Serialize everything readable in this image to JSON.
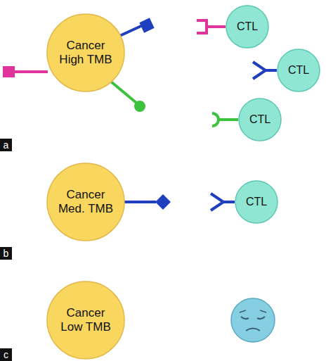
{
  "diagram": {
    "nodes": [
      {
        "text": [
          "Cancer High TMB"
        ]
      },
      {
        "text": [
          "CTL"
        ]
      },
      {
        "text": [
          "CTL"
        ]
      },
      {
        "text": [
          "CTL"
        ]
      },
      {
        "text": [
          "Cancer Med. TMB"
        ]
      },
      {
        "text": [
          "CTL"
        ]
      },
      {
        "text": [
          "Cancer Low TMB"
        ]
      }
    ],
    "labels": [
      "a",
      "b",
      "c"
    ]
  }
}
